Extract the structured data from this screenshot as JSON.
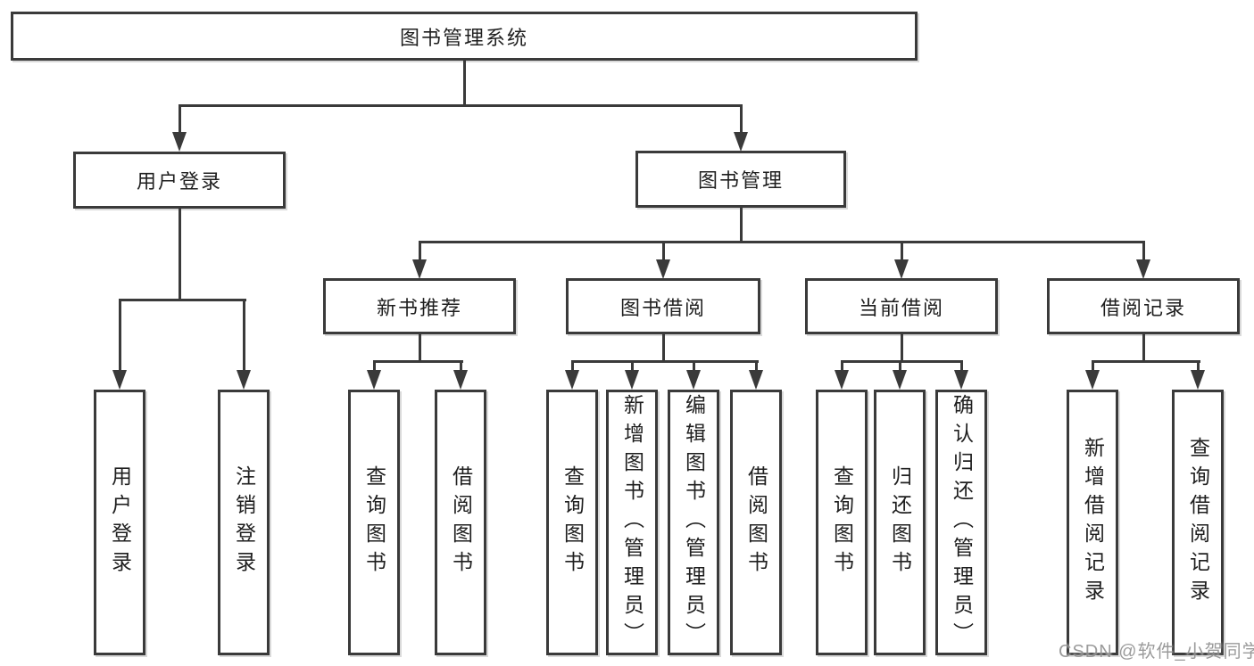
{
  "diagram": {
    "type": "tree",
    "root": {
      "label": "图书管理系统"
    },
    "branches": [
      {
        "label": "用户登录",
        "leaves": [
          "用户登录",
          "注销登录"
        ]
      },
      {
        "label": "图书管理",
        "children": [
          {
            "label": "新书推荐",
            "leaves": [
              "查询图书",
              "借阅图书"
            ]
          },
          {
            "label": "图书借阅",
            "leaves": [
              "查询图书",
              "新增图书（管理员）",
              "编辑图书（管理员）",
              "借阅图书"
            ]
          },
          {
            "label": "当前借阅",
            "leaves": [
              "查询图书",
              "归还图书",
              "确认归还（管理员）"
            ]
          },
          {
            "label": "借阅记录",
            "leaves": [
              "新增借阅记录",
              "查询借阅记录"
            ]
          }
        ]
      }
    ]
  },
  "watermark": "CSDN @软件_小贺同学",
  "colors": {
    "line": "#3a3a3a",
    "box_border": "#3a3a3a",
    "box_background": "#ffffff",
    "text": "#1f1f1f",
    "watermark": "#8a8a8a",
    "background": "#ffffff"
  }
}
